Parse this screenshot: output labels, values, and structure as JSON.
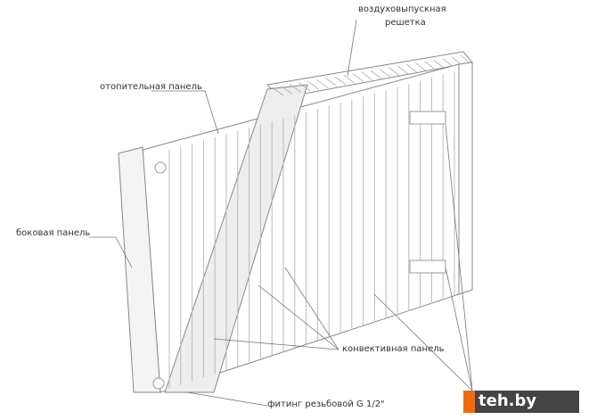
{
  "labels": {
    "air_grille_line1": "воздуховыпускная",
    "air_grille_line2": "решетка",
    "heating_panel": "отопительная панель",
    "side_panel": "боковая панель",
    "convective_panel": "конвективная панель",
    "fitting": "фитинг резьбовой G 1/2\""
  },
  "watermark": "teh.by",
  "colors": {
    "line": "#999999",
    "accent": "#f26a10",
    "watermark_bg": "#444444"
  }
}
